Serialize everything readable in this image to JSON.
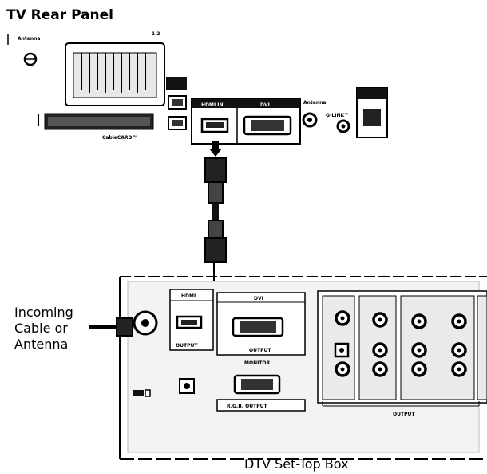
{
  "tv_panel": {
    "title": "TV Rear Panel",
    "labels": {
      "antenna_ir": "Antenna",
      "cablecard": "CableCARD™",
      "hdmi_in": "HDMI IN",
      "dvi_in": "DVI",
      "antenna_jack": "Antenna",
      "ir_jack": "G-LINK™",
      "top_marks": "1     2"
    }
  },
  "stb": {
    "title": "DTV Set-Top Box",
    "incoming_label_lines": [
      "Incoming",
      "Cable or",
      "Antenna"
    ],
    "labels": {
      "hdmi_out": "HDMI",
      "hdmi_output": "OUTPUT",
      "dvi_out": "DVI",
      "dvi_output": "OUTPUT",
      "monitor": "MONITOR",
      "rgb_output": "R.G.B. OUTPUT",
      "av_output": "OUTPUT"
    }
  }
}
